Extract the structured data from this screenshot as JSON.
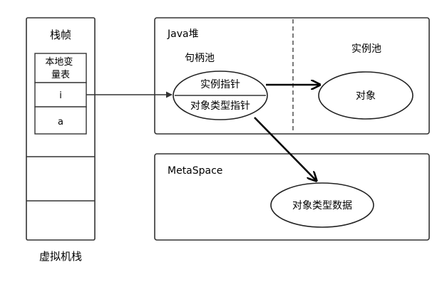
{
  "stack": {
    "title": "栈帧",
    "local_var_table": "本地变量表",
    "slot_i": "i",
    "slot_a": "a",
    "caption": "虚拟机栈"
  },
  "heap": {
    "title": "Java堆",
    "handle_pool": "句柄池",
    "instance_pool": "实例池",
    "instance_pointer": "实例指针",
    "type_pointer": "对象类型指针",
    "object": "对象"
  },
  "metaspace": {
    "title": "MetaSpace",
    "type_data": "对象类型数据"
  }
}
